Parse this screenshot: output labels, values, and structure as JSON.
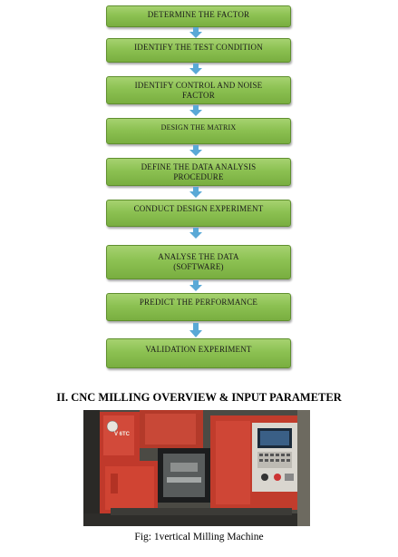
{
  "flowchart": {
    "steps": [
      {
        "label": "DETERMINE THE FACTOR"
      },
      {
        "label": "IDENTIFY THE TEST CONDITION"
      },
      {
        "label": "IDENTIFY CONTROL AND NOISE\nFACTOR"
      },
      {
        "label": "DESIGN THE MATRIX"
      },
      {
        "label": "DEFINE THE DATA ANALYSIS\nPROCEDURE"
      },
      {
        "label": "CONDUCT DESIGN EXPERIMENT"
      },
      {
        "label": "ANALYSE THE DATA\n(SOFTWARE)"
      },
      {
        "label": "PREDICT THE PERFORMANCE"
      },
      {
        "label": "VALIDATION EXPERIMENT"
      }
    ],
    "box_color": "#8cc152",
    "arrow_color": "#5aa9d6"
  },
  "section": {
    "heading": "II.  CNC MILLING OVERVIEW & INPUT PARAMETER"
  },
  "figure": {
    "machine_badge": "V 6TC",
    "caption": "Fig: 1vertical Milling Machine"
  }
}
